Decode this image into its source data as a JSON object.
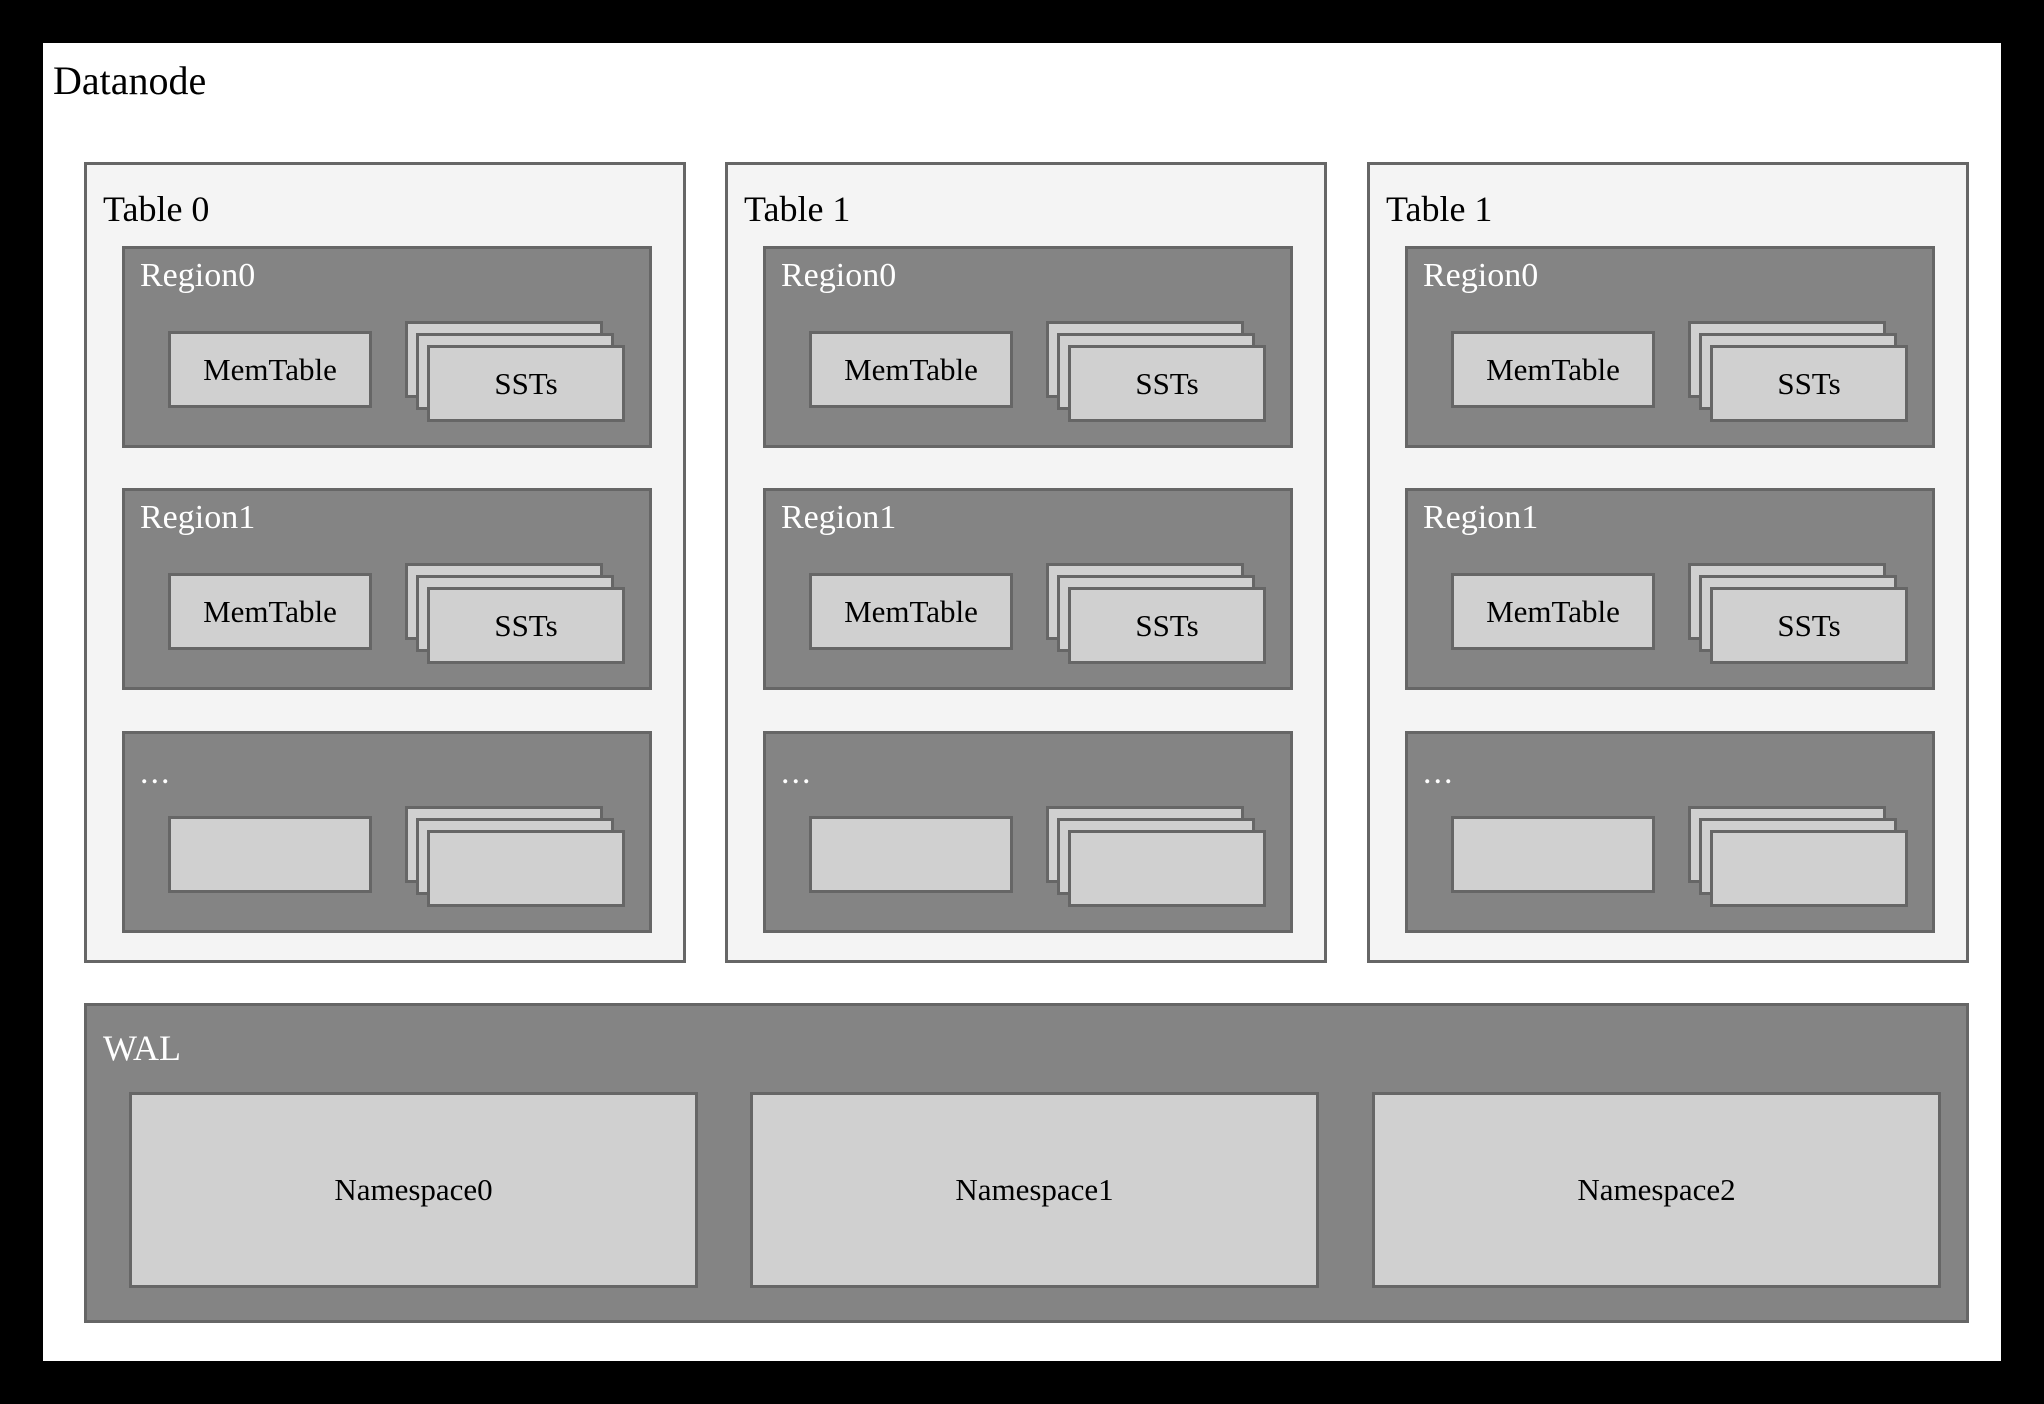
{
  "diagram": {
    "title": "Datanode",
    "background_color": "#000000",
    "canvas_color": "#ffffff",
    "table_panel_color": "#f4f4f4",
    "region_color": "#848484",
    "box_color": "#d0d0d0",
    "border_color": "#666666"
  },
  "tables": [
    {
      "label": "Table 0",
      "regions": [
        {
          "label": "Region0",
          "memtable": "MemTable",
          "ssts": "SSTs",
          "sst_count": 3
        },
        {
          "label": "Region1",
          "memtable": "MemTable",
          "ssts": "SSTs",
          "sst_count": 3
        },
        {
          "label": "...",
          "memtable": "",
          "ssts": "",
          "sst_count": 3
        }
      ]
    },
    {
      "label": "Table 1",
      "regions": [
        {
          "label": "Region0",
          "memtable": "MemTable",
          "ssts": "SSTs",
          "sst_count": 3
        },
        {
          "label": "Region1",
          "memtable": "MemTable",
          "ssts": "SSTs",
          "sst_count": 3
        },
        {
          "label": "...",
          "memtable": "",
          "ssts": "",
          "sst_count": 3
        }
      ]
    },
    {
      "label": "Table 1",
      "regions": [
        {
          "label": "Region0",
          "memtable": "MemTable",
          "ssts": "SSTs",
          "sst_count": 3
        },
        {
          "label": "Region1",
          "memtable": "MemTable",
          "ssts": "SSTs",
          "sst_count": 3
        },
        {
          "label": "...",
          "memtable": "",
          "ssts": "",
          "sst_count": 3
        }
      ]
    }
  ],
  "wal": {
    "label": "WAL",
    "namespaces": [
      {
        "label": "Namespace0"
      },
      {
        "label": "Namespace1"
      },
      {
        "label": "Namespace2"
      }
    ]
  }
}
